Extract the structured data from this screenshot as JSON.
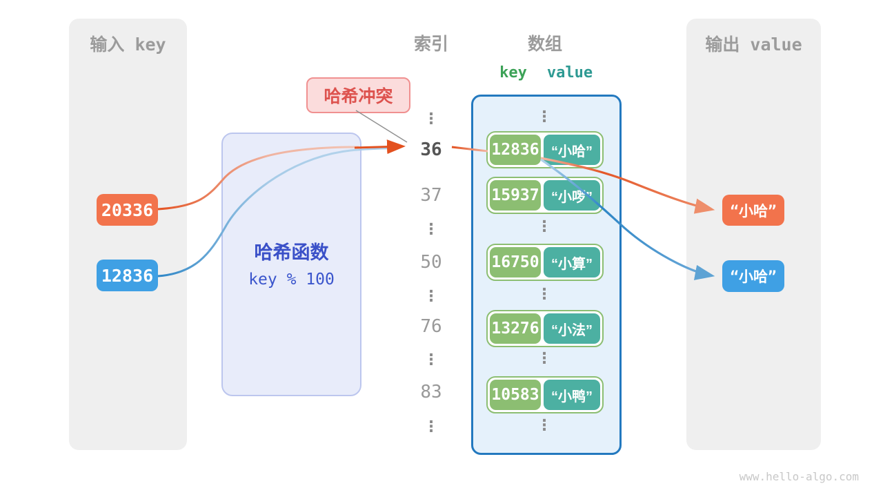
{
  "page": {
    "watermark": "www.hello-algo.com"
  },
  "input_panel": {
    "title": "输入 key",
    "badges": [
      {
        "label": "20336",
        "color": "#f2734c"
      },
      {
        "label": "12836",
        "color": "#3fa0e4"
      }
    ]
  },
  "hash_function": {
    "title": "哈希函数",
    "formula": "key % 100"
  },
  "collision_label": {
    "text": "哈希冲突"
  },
  "index_column": {
    "title": "索引",
    "items": [
      {
        "text": "⋮",
        "kind": "ellipsis"
      },
      {
        "text": "36",
        "kind": "active"
      },
      {
        "text": "37",
        "kind": "number"
      },
      {
        "text": "⋮",
        "kind": "ellipsis"
      },
      {
        "text": "50",
        "kind": "number"
      },
      {
        "text": "⋮",
        "kind": "ellipsis"
      },
      {
        "text": "76",
        "kind": "number"
      },
      {
        "text": "⋮",
        "kind": "ellipsis"
      },
      {
        "text": "83",
        "kind": "number"
      },
      {
        "text": "⋮",
        "kind": "ellipsis"
      }
    ]
  },
  "array_panel": {
    "title": "数组",
    "key_header": "key",
    "value_header": "value",
    "ellipsis": "⋮",
    "rows": [
      {
        "key": "12836",
        "value": "“小哈”"
      },
      {
        "key": "15937",
        "value": "“小啰”"
      },
      {
        "key": "16750",
        "value": "“小算”"
      },
      {
        "key": "13276",
        "value": "“小法”"
      },
      {
        "key": "10583",
        "value": "“小鸭”"
      }
    ]
  },
  "output_panel": {
    "title": "输出 value",
    "badges": [
      {
        "label": "“小哈”",
        "color": "#f2734c"
      },
      {
        "label": "“小哈”",
        "color": "#3fa0e4"
      }
    ]
  },
  "colors": {
    "orange_accent": "#e3511f",
    "blue_accent": "#2e86c6",
    "key_green": "#8cbe72",
    "value_teal": "#4cb0a2",
    "array_border_blue": "#2379bf",
    "array_bg": "#e5f1fb",
    "hash_box_bg": "#e8ecfa",
    "hash_text_blue": "#3a50c8",
    "collision_red": "#dd524e",
    "panel_gray": "#efefef"
  }
}
